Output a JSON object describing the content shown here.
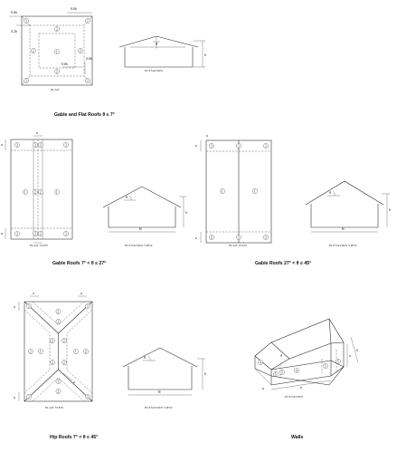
{
  "captions": {
    "gable_flat": "Gable and Flat Roofs θ ≤ 7°",
    "gable_7_27": "Gable Roofs 7° < θ ≤ 27°",
    "gable_27_45": "Gable Roofs 27° < θ ≤ 45°",
    "hip": "Hip Roofs 7° < θ ≤ 45°",
    "walls": "Walls"
  },
  "labels": {
    "plan": "PLAN",
    "plan_view": "PLAN VIEW",
    "elevation": "ELEVATION",
    "elevation_view": "ELEVATION VIEW",
    "dim_0_6h": "0.6h",
    "dim_0_2h": "0.2h",
    "dim_a": "a",
    "dim_h": "h",
    "dim_b": "B",
    "theta": "θ"
  },
  "zones": {
    "z1": "1",
    "z2": "2",
    "z3": "3",
    "z4": "4",
    "z5": "5"
  }
}
